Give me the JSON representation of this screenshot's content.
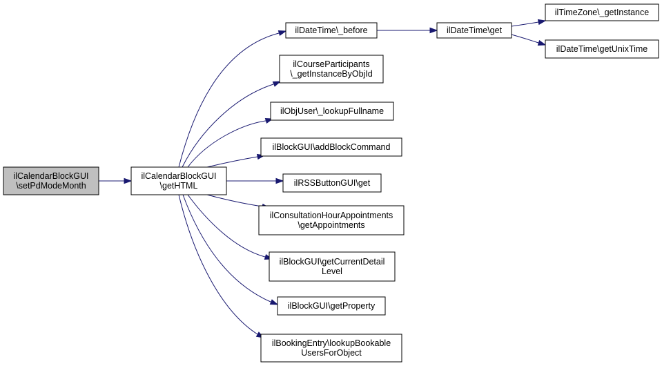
{
  "graph": {
    "arrow_color": "#191970",
    "current_node_fill": "#bfbfbf",
    "nodes": [
      {
        "id": "setPdModeMonth",
        "lines": [
          "ilCalendarBlockGUI",
          "\\setPdModeMonth"
        ],
        "current": true
      },
      {
        "id": "getHTML",
        "lines": [
          "ilCalendarBlockGUI",
          "\\getHTML"
        ]
      },
      {
        "id": "dt_before",
        "lines": [
          "ilDateTime\\_before"
        ]
      },
      {
        "id": "cp_getInstanceByObjId",
        "lines": [
          "ilCourseParticipants",
          "\\_getInstanceByObjId"
        ]
      },
      {
        "id": "lookupFullname",
        "lines": [
          "ilObjUser\\_lookupFullname"
        ]
      },
      {
        "id": "addBlockCommand",
        "lines": [
          "ilBlockGUI\\addBlockCommand"
        ]
      },
      {
        "id": "rss_get",
        "lines": [
          "ilRSSButtonGUI\\get"
        ]
      },
      {
        "id": "getAppointments",
        "lines": [
          "ilConsultationHourAppointments",
          "\\getAppointments"
        ]
      },
      {
        "id": "getCurrentDetailLevel",
        "lines": [
          "ilBlockGUI\\getCurrentDetail",
          "Level"
        ]
      },
      {
        "id": "getProperty",
        "lines": [
          "ilBlockGUI\\getProperty"
        ]
      },
      {
        "id": "lookupBookable",
        "lines": [
          "ilBookingEntry\\lookupBookable",
          "UsersForObject"
        ]
      },
      {
        "id": "dt_get",
        "lines": [
          "ilDateTime\\get"
        ]
      },
      {
        "id": "tz_getInstance",
        "lines": [
          "ilTimeZone\\_getInstance"
        ]
      },
      {
        "id": "getUnixTime",
        "lines": [
          "ilDateTime\\getUnixTime"
        ]
      }
    ],
    "edges": [
      {
        "from": "setPdModeMonth",
        "to": "getHTML"
      },
      {
        "from": "getHTML",
        "to": "dt_before"
      },
      {
        "from": "getHTML",
        "to": "cp_getInstanceByObjId"
      },
      {
        "from": "getHTML",
        "to": "lookupFullname"
      },
      {
        "from": "getHTML",
        "to": "addBlockCommand"
      },
      {
        "from": "getHTML",
        "to": "rss_get"
      },
      {
        "from": "getHTML",
        "to": "getAppointments"
      },
      {
        "from": "getHTML",
        "to": "getCurrentDetailLevel"
      },
      {
        "from": "getHTML",
        "to": "getProperty"
      },
      {
        "from": "getHTML",
        "to": "lookupBookable"
      },
      {
        "from": "dt_before",
        "to": "dt_get"
      },
      {
        "from": "dt_get",
        "to": "tz_getInstance"
      },
      {
        "from": "dt_get",
        "to": "getUnixTime"
      }
    ]
  }
}
